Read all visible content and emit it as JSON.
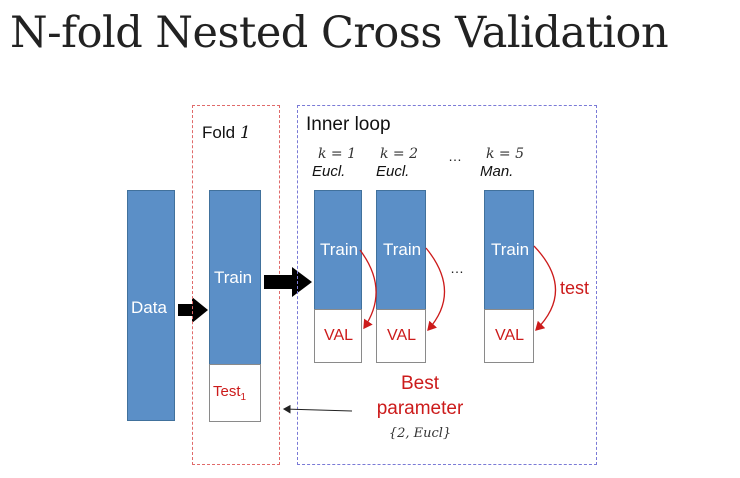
{
  "title": "N-fold Nested Cross Validation",
  "data_label": "Data",
  "fold": {
    "label": "Fold",
    "number": "1",
    "train": "Train",
    "test": "Test",
    "test_sub": "1"
  },
  "inner": {
    "label": "Inner loop",
    "folds": [
      {
        "k": "k = 1",
        "metric": "Eucl.",
        "train": "Train",
        "val": "VAL"
      },
      {
        "k": "k = 2",
        "metric": "Eucl.",
        "train": "Train",
        "val": "VAL"
      },
      {
        "k": "k = 5",
        "metric": "Man.",
        "train": "Train",
        "val": "VAL"
      }
    ],
    "ellipsis_top": "…",
    "ellipsis_mid": "…",
    "test_label": "test"
  },
  "best": {
    "line1": "Best",
    "line2": "parameter",
    "value": "{2, Eucl}"
  },
  "colors": {
    "box_blue": "#5b8fc7",
    "red": "#cc1b1b",
    "fold_border": "#e06a6a",
    "inner_border": "#7a7ad6"
  }
}
